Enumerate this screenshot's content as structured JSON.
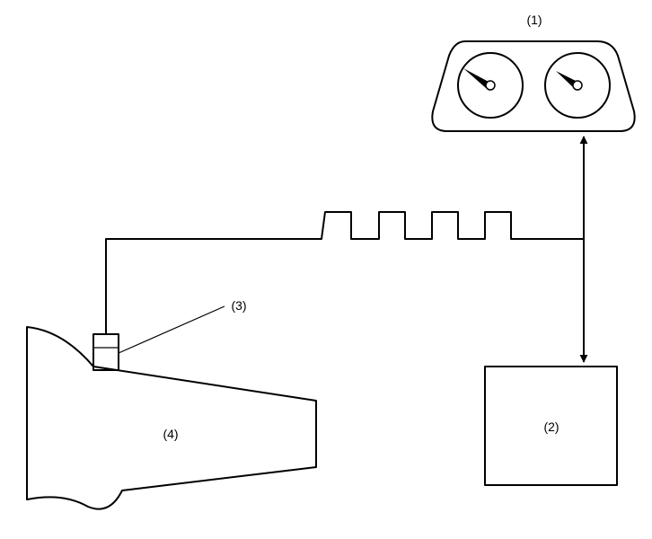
{
  "labels": {
    "gauge_cluster": "(1)",
    "control_box": "(2)",
    "sensor": "(3)",
    "transmission": "(4)"
  }
}
